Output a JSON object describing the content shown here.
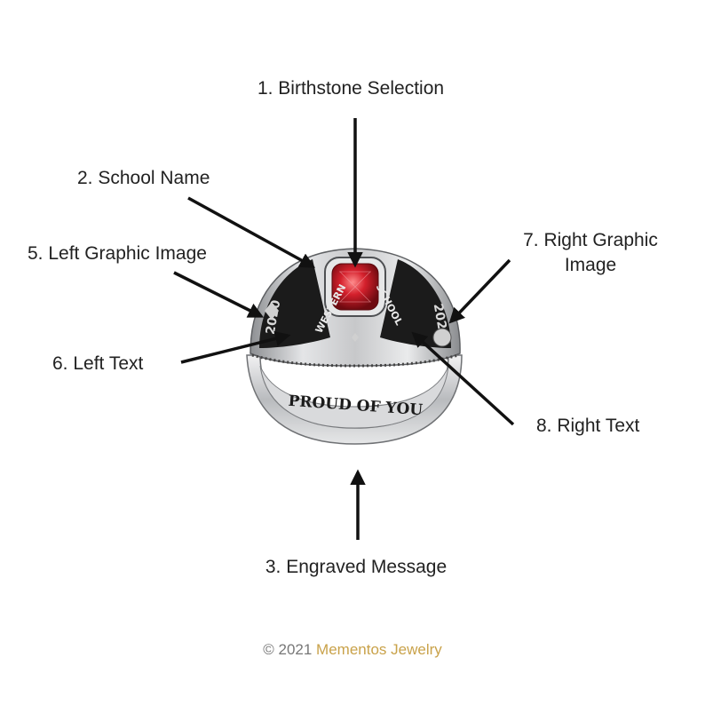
{
  "callouts": {
    "birthstone": "1. Birthstone Selection",
    "school_name": "2. School Name",
    "engraved_message": "3. Engraved Message",
    "left_graphic": "5. Left Graphic Image",
    "left_text": "6. Left Text",
    "right_graphic_line1": "7. Right Graphic",
    "right_graphic_line2": "Image",
    "right_text": "8. Right Text"
  },
  "ring": {
    "engraving": "PROUD OF YOU",
    "school_left": "WESTERN",
    "school_right": "SCHOOL",
    "year_left": "2020",
    "year_right": "2020",
    "stone_color": "#c8202c",
    "metal_color": "#b8babd",
    "enamel_color": "#1b1b1b"
  },
  "copyright": {
    "prefix": "© 2021",
    "brand": "Mementos Jewelry"
  },
  "colors": {
    "text": "#222222",
    "arrow": "#111111",
    "brand": "#c9a24a"
  }
}
